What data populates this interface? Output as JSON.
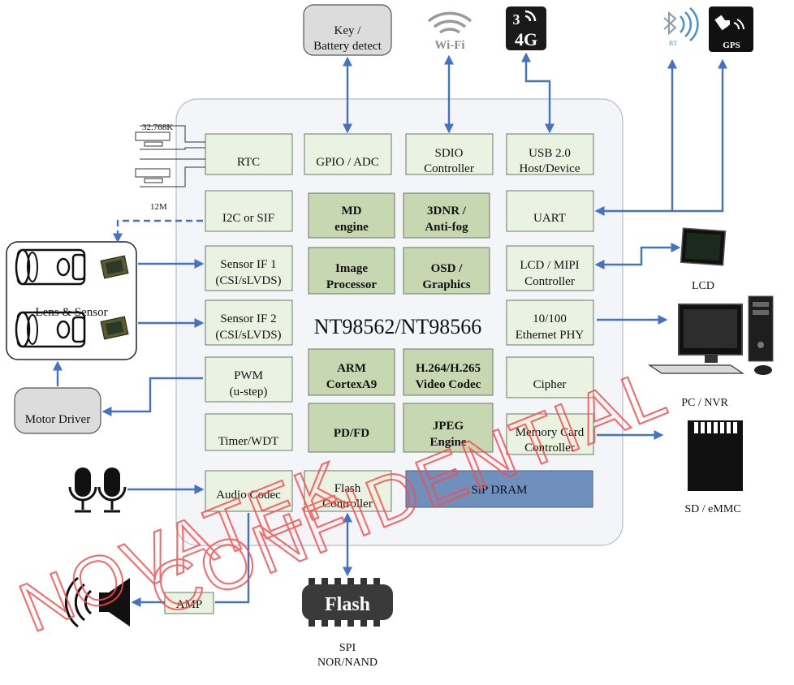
{
  "chip": {
    "title": "NT98562/NT98566"
  },
  "blocks": {
    "rtc": "RTC",
    "gpio": "GPIO / ADC",
    "sdio": [
      "SDIO",
      "Controller"
    ],
    "usb": [
      "USB 2.0",
      "Host/Device"
    ],
    "i2c": "I2C or SIF",
    "md": [
      "MD",
      "engine"
    ],
    "dnr": [
      "3DNR /",
      "Anti-fog"
    ],
    "uart": "UART",
    "sensor1": [
      "Sensor IF 1",
      "(CSI/sLVDS)"
    ],
    "imgproc": [
      "Image",
      "Processor"
    ],
    "osd": [
      "OSD /",
      "Graphics"
    ],
    "lcd_mipi": [
      "LCD / MIPI",
      "Controller"
    ],
    "sensor2": [
      "Sensor IF 2",
      "(CSI/sLVDS)"
    ],
    "eth": [
      "10/100",
      "Ethernet PHY"
    ],
    "pwm": [
      "PWM",
      "(u-step)"
    ],
    "arm": [
      "ARM",
      "CortexA9"
    ],
    "codec": [
      "H.264/H.265",
      "Video Codec"
    ],
    "cipher": "Cipher",
    "timer": "Timer/WDT",
    "pdfd": "PD/FD",
    "jpeg": [
      "JPEG",
      "Engine"
    ],
    "memcard": [
      "Memory Card",
      "Controller"
    ],
    "audio": "Audio Codec",
    "flashctl": [
      "Flash",
      "Controller"
    ],
    "dram": "SiP DRAM"
  },
  "external": {
    "key": [
      "Key /",
      "Battery detect"
    ],
    "wifi": "Wi-Fi",
    "g4": {
      "top": "3",
      "main": "4G"
    },
    "bt": "BT",
    "gps": "GPS",
    "lens": "Lens & Sensor",
    "motor": "Motor Driver",
    "lcd": "LCD",
    "pc": "PC / NVR",
    "sd": "SD / eMMC",
    "amp": "AMP",
    "flash_chip": "Flash",
    "spi": [
      "SPI",
      "NOR/NAND"
    ],
    "xtal1": "32.768K",
    "xtal2": "12M"
  },
  "watermark": [
    "NOVATEK",
    "CONFIDENTIAL"
  ],
  "colors": {
    "arrow": "#4472c4",
    "block": "#eaf2e1",
    "core": "#c7d7b2",
    "dram": "#6f8fbd",
    "watermark": "#ff4a4a"
  }
}
